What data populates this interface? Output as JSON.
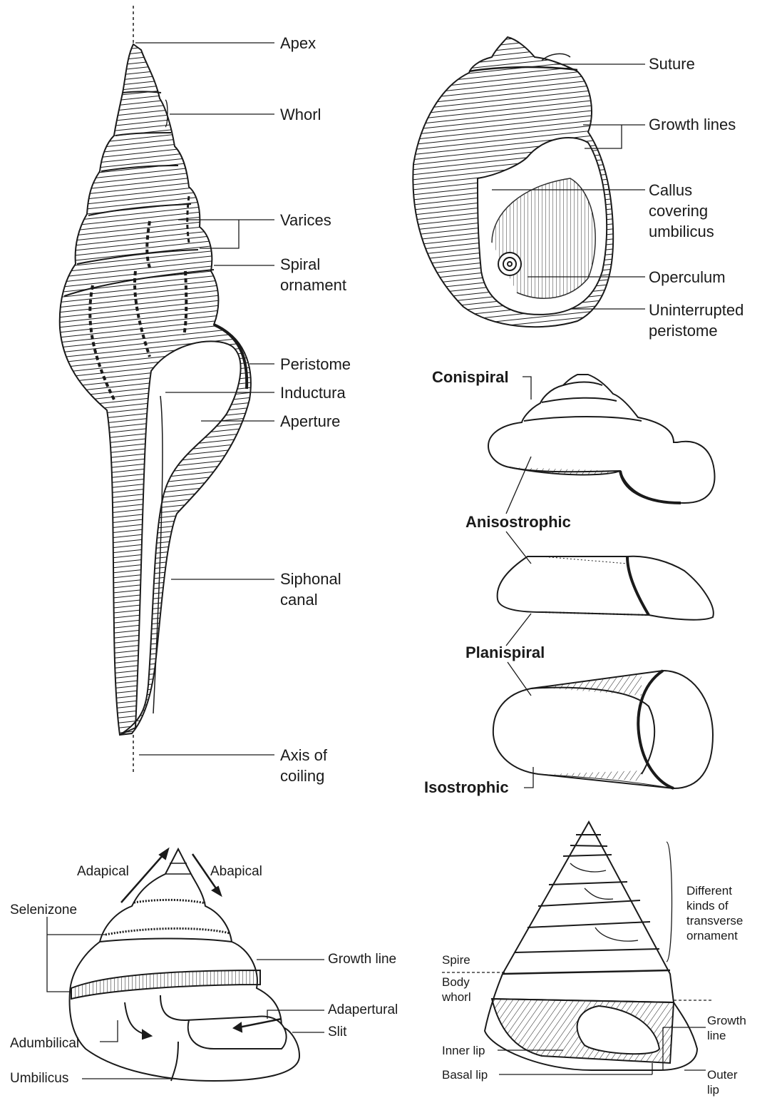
{
  "labels": {
    "apex": "Apex",
    "whorl": "Whorl",
    "varices": "Varices",
    "spiral_ornament": [
      "Spiral",
      "ornament"
    ],
    "peristome": "Peristome",
    "inductura": "Inductura",
    "aperture": "Aperture",
    "siphonal_canal": [
      "Siphonal",
      "canal"
    ],
    "axis_of_coiling": [
      "Axis of",
      "coiling"
    ],
    "suture": "Suture",
    "growth_lines": "Growth lines",
    "callus": [
      "Callus",
      "covering",
      "umbilicus"
    ],
    "operculum": "Operculum",
    "uninterrupted_peristome": [
      "Uninterrupted",
      "peristome"
    ],
    "conispiral": "Conispiral",
    "anisostrophic": "Anisostrophic",
    "planispiral": "Planispiral",
    "isostrophic": "Isostrophic",
    "adapical": "Adapical",
    "abapical": "Abapical",
    "selenizone": "Selenizone",
    "growth_line": "Growth line",
    "adapertural": "Adapertural",
    "slit": "Slit",
    "adumbilical": "Adumbilical",
    "umbilicus": "Umbilicus",
    "different_kinds": [
      "Different",
      "kinds of",
      "transverse",
      "ornament"
    ],
    "spire": "Spire",
    "body_whorl": [
      "Body",
      "whorl"
    ],
    "growth_line_2": [
      "Growth",
      "line"
    ],
    "inner_lip": "Inner lip",
    "basal_lip": "Basal lip",
    "outer_lip": [
      "Outer",
      "lip"
    ]
  },
  "style": {
    "ink": "#1a1a1a",
    "paper": "#ffffff"
  }
}
